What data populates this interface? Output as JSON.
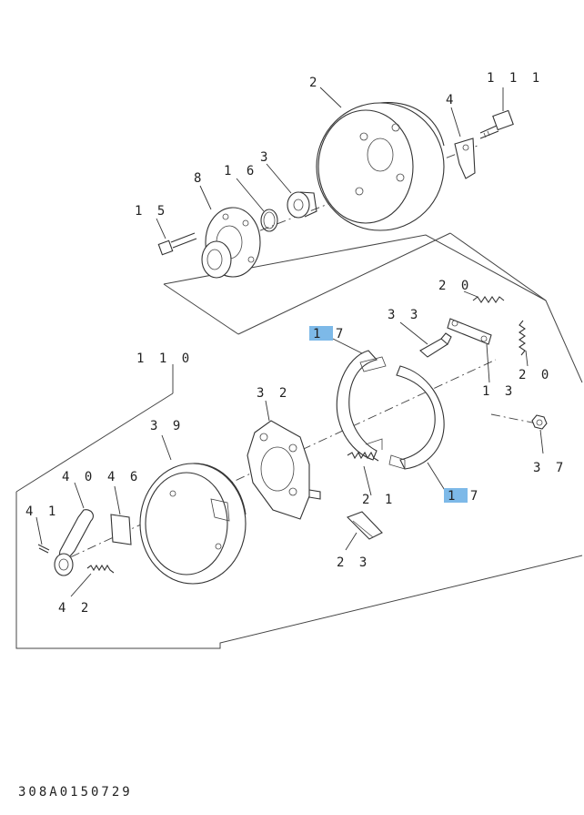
{
  "labels": {
    "l111": "1 1 1",
    "l2": "2",
    "l4": "4",
    "l3": "3",
    "l16": "1 6",
    "l8": "8",
    "l15": "1 5",
    "l20a": "2 0",
    "l33": "3 3",
    "l17a": "1 7",
    "l110": "1 1 0",
    "l32": "3 2",
    "l20b": "2 0",
    "l13": "1 3",
    "l39": "3 9",
    "l37": "3 7",
    "l40": "4 0",
    "l46": "4 6",
    "l17b": "1 7",
    "l21": "2 1",
    "l41": "4 1",
    "l23": "2 3",
    "l42": "4 2"
  },
  "footer_code": "308A0150729",
  "colors": {
    "highlight": "#7db9e8",
    "line": "#333333"
  }
}
